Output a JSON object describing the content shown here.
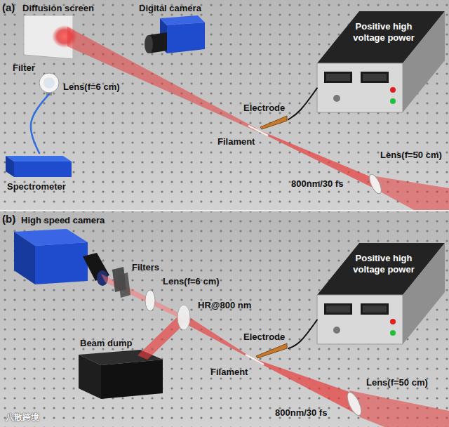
{
  "diagram": {
    "nodes": [
      {
        "text": [
          "(a)"
        ]
      },
      {
        "text": [
          "Diffusion screen"
        ],
        "in": 0
      },
      {
        "text": [
          "Digital camera"
        ],
        "in": 0
      },
      {
        "text": [
          "Positive high voltage power"
        ],
        "in": 0
      },
      {
        "text": [
          "Lens(f=6 cm)"
        ],
        "in": 0
      },
      {
        "text": [
          "Electrode"
        ],
        "in": 0
      },
      {
        "text": [
          "Lens(f=50 cm)"
        ],
        "in": 0
      },
      {
        "text": [
          "Spectrometer"
        ],
        "in": 0
      },
      {
        "text": [
          "(b)"
        ]
      },
      {
        "text": [
          "High speed camera"
        ],
        "in": 8
      },
      {
        "text": [
          "Filters"
        ],
        "in": 8
      },
      {
        "text": [
          "Lens(f=6 cm)"
        ],
        "in": 8
      },
      {
        "text": [
          "HR@800 nm"
        ],
        "in": 8
      },
      {
        "text": [
          "Positive high voltage power"
        ],
        "in": 8
      },
      {
        "text": [
          "Beam dump"
        ],
        "in": 8
      },
      {
        "text": [
          "Electrode"
        ],
        "in": 8
      },
      {
        "text": [
          "Lens(f=50 cm)"
        ],
        "in": 8
      }
    ],
    "edges": [
      {
        "from": 3,
        "to": 5,
        "arrow": "none"
      },
      {
        "from": 4,
        "to": 7,
        "arrow": "none"
      },
      {
        "from": 13,
        "to": 15,
        "arrow": "none"
      }
    ],
    "labels": [
      "Filter",
      "Filament",
      "800nm/30 fs",
      "Filament",
      "800nm/30 fs",
      "八散跨境"
    ]
  }
}
